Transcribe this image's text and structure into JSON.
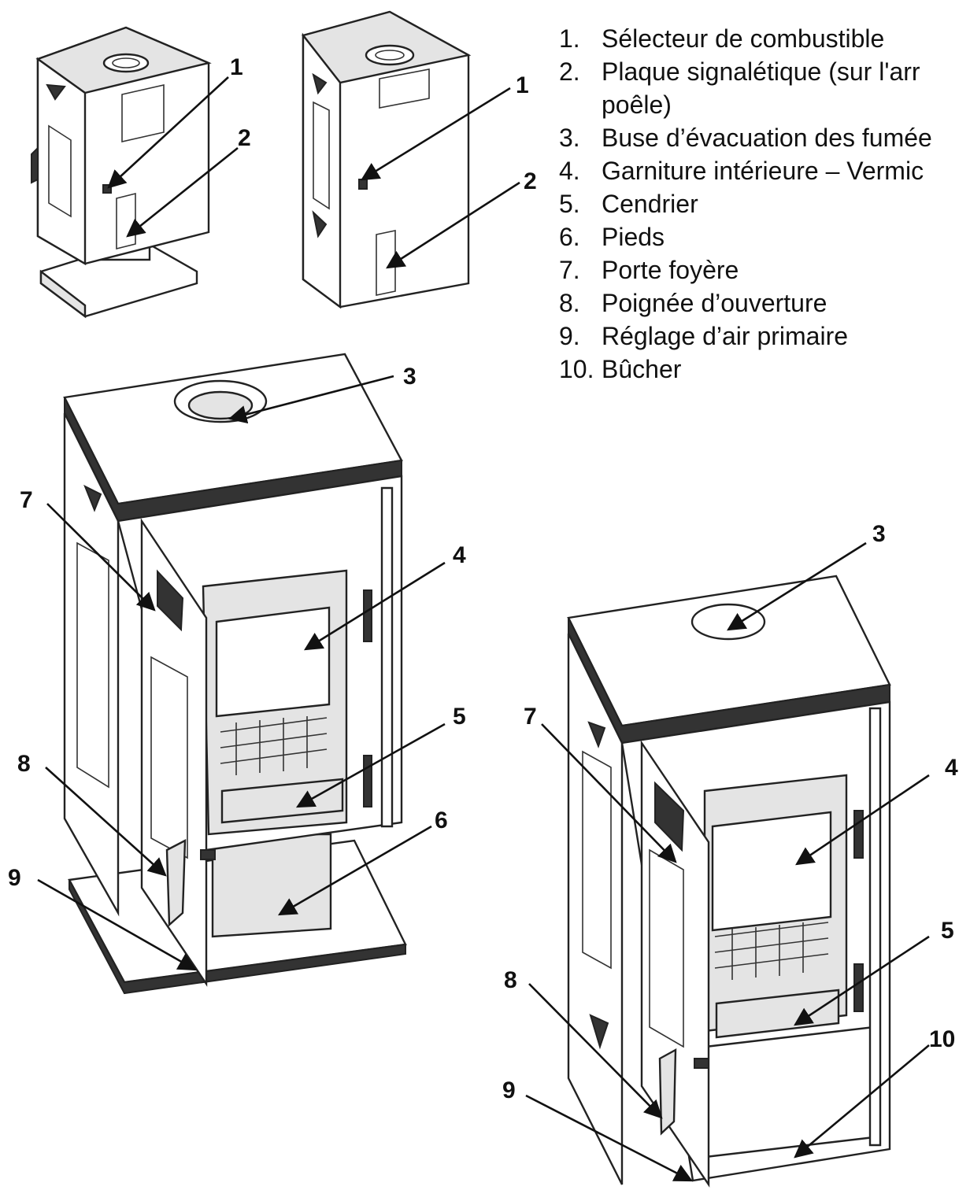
{
  "legend": [
    {
      "num": "1.",
      "text": "Sélecteur de combustible"
    },
    {
      "num": "2.",
      "text": "Plaque signalétique (sur l'arr"
    },
    {
      "num": "",
      "text": "poêle)"
    },
    {
      "num": "3.",
      "text": "Buse d’évacuation des fumée"
    },
    {
      "num": "4.",
      "text": "Garniture intérieure – Vermic"
    },
    {
      "num": "5.",
      "text": "Cendrier"
    },
    {
      "num": "6.",
      "text": "Pieds"
    },
    {
      "num": "7.",
      "text": "Porte foyère"
    },
    {
      "num": "8.",
      "text": "Poignée d’ouverture"
    },
    {
      "num": "9.",
      "text": "Réglage d’air primaire"
    },
    {
      "num": "10.",
      "text": "Bûcher"
    }
  ],
  "callouts": {
    "back_left": [
      "1",
      "2"
    ],
    "back_right": [
      "1",
      "2"
    ],
    "front_left": [
      "3",
      "7",
      "4",
      "5",
      "8",
      "6",
      "9"
    ],
    "front_right": [
      "3",
      "4",
      "7",
      "5",
      "8",
      "10",
      "9"
    ]
  },
  "colors": {
    "line": "#111111",
    "fill_light": "#e4e4e4",
    "fill_dark": "#333333"
  }
}
